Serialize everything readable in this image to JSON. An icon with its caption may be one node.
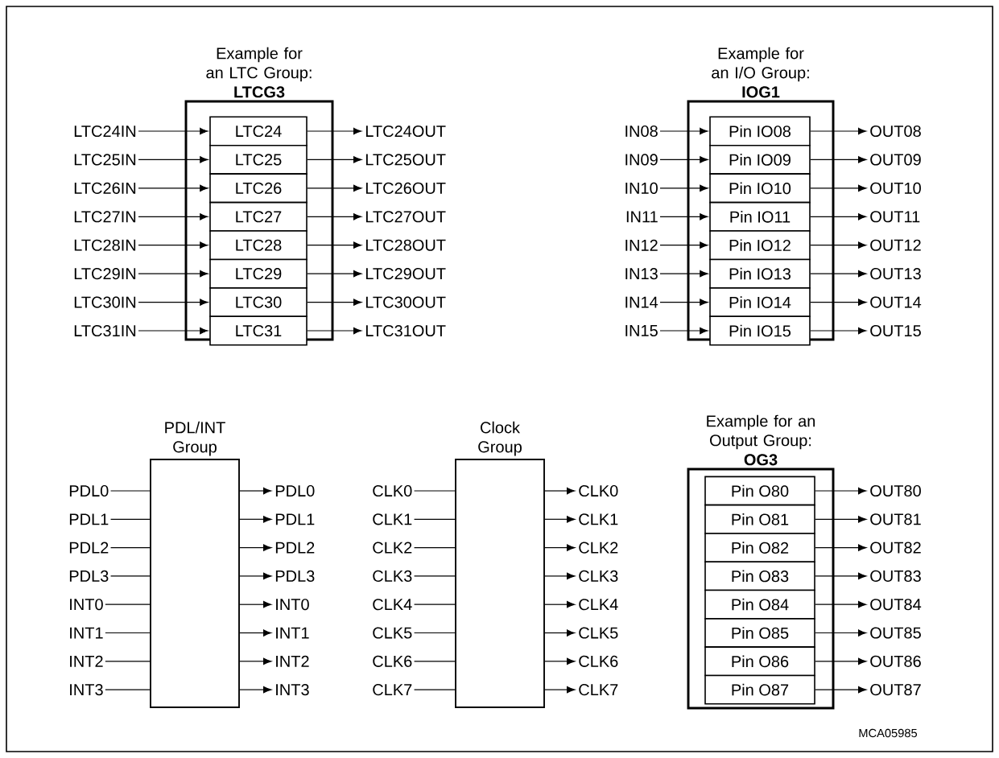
{
  "diagram": {
    "nodes": [
      {
        "text": [
          "Example for an LTC Group:",
          "LTCG3"
        ]
      },
      {
        "text": [
          "LTC24"
        ],
        "in": 0
      },
      {
        "text": [
          "LTC25"
        ],
        "in": 0
      },
      {
        "text": [
          "LTC26"
        ],
        "in": 0
      },
      {
        "text": [
          "LTC27"
        ],
        "in": 0
      },
      {
        "text": [
          "LTC28"
        ],
        "in": 0
      },
      {
        "text": [
          "LTC29"
        ],
        "in": 0
      },
      {
        "text": [
          "LTC30"
        ],
        "in": 0
      },
      {
        "text": [
          "LTC31"
        ],
        "in": 0
      },
      {
        "text": [
          "LTC24IN"
        ]
      },
      {
        "text": [
          "LTC25IN"
        ]
      },
      {
        "text": [
          "LTC26IN"
        ]
      },
      {
        "text": [
          "LTC27IN"
        ]
      },
      {
        "text": [
          "LTC28IN"
        ]
      },
      {
        "text": [
          "LTC29IN"
        ]
      },
      {
        "text": [
          "LTC30IN"
        ]
      },
      {
        "text": [
          "LTC31IN"
        ]
      },
      {
        "text": [
          "LTC24OUT"
        ]
      },
      {
        "text": [
          "LTC25OUT"
        ]
      },
      {
        "text": [
          "LTC26OUT"
        ]
      },
      {
        "text": [
          "LTC27OUT"
        ]
      },
      {
        "text": [
          "LTC28OUT"
        ]
      },
      {
        "text": [
          "LTC29OUT"
        ]
      },
      {
        "text": [
          "LTC30OUT"
        ]
      },
      {
        "text": [
          "LTC31OUT"
        ]
      },
      {
        "text": [
          "Example for an I/O Group:",
          "IOG1"
        ]
      },
      {
        "text": [
          "Pin IO08"
        ],
        "in": 25
      },
      {
        "text": [
          "Pin IO09"
        ],
        "in": 25
      },
      {
        "text": [
          "Pin IO10"
        ],
        "in": 25
      },
      {
        "text": [
          "Pin IO11"
        ],
        "in": 25
      },
      {
        "text": [
          "Pin IO12"
        ],
        "in": 25
      },
      {
        "text": [
          "Pin IO13"
        ],
        "in": 25
      },
      {
        "text": [
          "Pin IO14"
        ],
        "in": 25
      },
      {
        "text": [
          "Pin IO15"
        ],
        "in": 25
      },
      {
        "text": [
          "IN08"
        ]
      },
      {
        "text": [
          "IN09"
        ]
      },
      {
        "text": [
          "IN10"
        ]
      },
      {
        "text": [
          "IN11"
        ]
      },
      {
        "text": [
          "IN12"
        ]
      },
      {
        "text": [
          "IN13"
        ]
      },
      {
        "text": [
          "IN14"
        ]
      },
      {
        "text": [
          "IN15"
        ]
      },
      {
        "text": [
          "OUT08"
        ]
      },
      {
        "text": [
          "OUT09"
        ]
      },
      {
        "text": [
          "OUT10"
        ]
      },
      {
        "text": [
          "OUT11"
        ]
      },
      {
        "text": [
          "OUT12"
        ]
      },
      {
        "text": [
          "OUT13"
        ]
      },
      {
        "text": [
          "OUT14"
        ]
      },
      {
        "text": [
          "OUT15"
        ]
      },
      {
        "text": [
          "PDL/INT Group"
        ]
      },
      {
        "text": [
          "PDL0"
        ]
      },
      {
        "text": [
          "PDL1"
        ]
      },
      {
        "text": [
          "PDL2"
        ]
      },
      {
        "text": [
          "PDL3"
        ]
      },
      {
        "text": [
          "INT0"
        ]
      },
      {
        "text": [
          "INT1"
        ]
      },
      {
        "text": [
          "INT2"
        ]
      },
      {
        "text": [
          "INT3"
        ]
      },
      {
        "text": [
          "PDL0"
        ]
      },
      {
        "text": [
          "PDL1"
        ]
      },
      {
        "text": [
          "PDL2"
        ]
      },
      {
        "text": [
          "PDL3"
        ]
      },
      {
        "text": [
          "INT0"
        ]
      },
      {
        "text": [
          "INT1"
        ]
      },
      {
        "text": [
          "INT2"
        ]
      },
      {
        "text": [
          "INT3"
        ]
      },
      {
        "text": [
          "Clock Group"
        ]
      },
      {
        "text": [
          "CLK0"
        ]
      },
      {
        "text": [
          "CLK1"
        ]
      },
      {
        "text": [
          "CLK2"
        ]
      },
      {
        "text": [
          "CLK3"
        ]
      },
      {
        "text": [
          "CLK4"
        ]
      },
      {
        "text": [
          "CLK5"
        ]
      },
      {
        "text": [
          "CLK6"
        ]
      },
      {
        "text": [
          "CLK7"
        ]
      },
      {
        "text": [
          "CLK0"
        ]
      },
      {
        "text": [
          "CLK1"
        ]
      },
      {
        "text": [
          "CLK2"
        ]
      },
      {
        "text": [
          "CLK3"
        ]
      },
      {
        "text": [
          "CLK4"
        ]
      },
      {
        "text": [
          "CLK5"
        ]
      },
      {
        "text": [
          "CLK6"
        ]
      },
      {
        "text": [
          "CLK7"
        ]
      },
      {
        "text": [
          "Example for an Output Group:",
          "OG3"
        ]
      },
      {
        "text": [
          "Pin O80"
        ],
        "in": 84
      },
      {
        "text": [
          "Pin O81"
        ],
        "in": 84
      },
      {
        "text": [
          "Pin O82"
        ],
        "in": 84
      },
      {
        "text": [
          "Pin O83"
        ],
        "in": 84
      },
      {
        "text": [
          "Pin O84"
        ],
        "in": 84
      },
      {
        "text": [
          "Pin O85"
        ],
        "in": 84
      },
      {
        "text": [
          "Pin O86"
        ],
        "in": 84
      },
      {
        "text": [
          "Pin O87"
        ],
        "in": 84
      },
      {
        "text": [
          "OUT80"
        ]
      },
      {
        "text": [
          "OUT81"
        ]
      },
      {
        "text": [
          "OUT82"
        ]
      },
      {
        "text": [
          "OUT83"
        ]
      },
      {
        "text": [
          "OUT84"
        ]
      },
      {
        "text": [
          "OUT85"
        ]
      },
      {
        "text": [
          "OUT86"
        ]
      },
      {
        "text": [
          "OUT87"
        ]
      }
    ],
    "edges": [
      {
        "from": 9,
        "to": 1,
        "arrow": "to"
      },
      {
        "from": 1,
        "to": 17,
        "arrow": "to"
      },
      {
        "from": 10,
        "to": 2,
        "arrow": "to"
      },
      {
        "from": 2,
        "to": 18,
        "arrow": "to"
      },
      {
        "from": 11,
        "to": 3,
        "arrow": "to"
      },
      {
        "from": 3,
        "to": 19,
        "arrow": "to"
      },
      {
        "from": 12,
        "to": 4,
        "arrow": "to"
      },
      {
        "from": 4,
        "to": 20,
        "arrow": "to"
      },
      {
        "from": 13,
        "to": 5,
        "arrow": "to"
      },
      {
        "from": 5,
        "to": 21,
        "arrow": "to"
      },
      {
        "from": 14,
        "to": 6,
        "arrow": "to"
      },
      {
        "from": 6,
        "to": 22,
        "arrow": "to"
      },
      {
        "from": 15,
        "to": 7,
        "arrow": "to"
      },
      {
        "from": 7,
        "to": 23,
        "arrow": "to"
      },
      {
        "from": 16,
        "to": 8,
        "arrow": "to"
      },
      {
        "from": 8,
        "to": 24,
        "arrow": "to"
      },
      {
        "from": 34,
        "to": 26,
        "arrow": "to"
      },
      {
        "from": 26,
        "to": 42,
        "arrow": "to"
      },
      {
        "from": 35,
        "to": 27,
        "arrow": "to"
      },
      {
        "from": 27,
        "to": 43,
        "arrow": "to"
      },
      {
        "from": 36,
        "to": 28,
        "arrow": "to"
      },
      {
        "from": 28,
        "to": 44,
        "arrow": "to"
      },
      {
        "from": 37,
        "to": 29,
        "arrow": "to"
      },
      {
        "from": 29,
        "to": 45,
        "arrow": "to"
      },
      {
        "from": 38,
        "to": 30,
        "arrow": "to"
      },
      {
        "from": 30,
        "to": 46,
        "arrow": "to"
      },
      {
        "from": 39,
        "to": 31,
        "arrow": "to"
      },
      {
        "from": 31,
        "to": 47,
        "arrow": "to"
      },
      {
        "from": 40,
        "to": 32,
        "arrow": "to"
      },
      {
        "from": 32,
        "to": 48,
        "arrow": "to"
      },
      {
        "from": 41,
        "to": 33,
        "arrow": "to"
      },
      {
        "from": 33,
        "to": 49,
        "arrow": "to"
      },
      {
        "from": 51,
        "to": 50,
        "arrow": "none"
      },
      {
        "from": 50,
        "to": 59,
        "arrow": "to"
      },
      {
        "from": 52,
        "to": 50,
        "arrow": "none"
      },
      {
        "from": 50,
        "to": 60,
        "arrow": "to"
      },
      {
        "from": 53,
        "to": 50,
        "arrow": "none"
      },
      {
        "from": 50,
        "to": 61,
        "arrow": "to"
      },
      {
        "from": 54,
        "to": 50,
        "arrow": "none"
      },
      {
        "from": 50,
        "to": 62,
        "arrow": "to"
      },
      {
        "from": 55,
        "to": 50,
        "arrow": "none"
      },
      {
        "from": 50,
        "to": 63,
        "arrow": "to"
      },
      {
        "from": 56,
        "to": 50,
        "arrow": "none"
      },
      {
        "from": 50,
        "to": 64,
        "arrow": "to"
      },
      {
        "from": 57,
        "to": 50,
        "arrow": "none"
      },
      {
        "from": 50,
        "to": 65,
        "arrow": "to"
      },
      {
        "from": 58,
        "to": 50,
        "arrow": "none"
      },
      {
        "from": 50,
        "to": 66,
        "arrow": "to"
      },
      {
        "from": 68,
        "to": 67,
        "arrow": "none"
      },
      {
        "from": 67,
        "to": 76,
        "arrow": "to"
      },
      {
        "from": 69,
        "to": 67,
        "arrow": "none"
      },
      {
        "from": 67,
        "to": 77,
        "arrow": "to"
      },
      {
        "from": 70,
        "to": 67,
        "arrow": "none"
      },
      {
        "from": 67,
        "to": 78,
        "arrow": "to"
      },
      {
        "from": 71,
        "to": 67,
        "arrow": "none"
      },
      {
        "from": 67,
        "to": 79,
        "arrow": "to"
      },
      {
        "from": 72,
        "to": 67,
        "arrow": "none"
      },
      {
        "from": 67,
        "to": 80,
        "arrow": "to"
      },
      {
        "from": 73,
        "to": 67,
        "arrow": "none"
      },
      {
        "from": 67,
        "to": 81,
        "arrow": "to"
      },
      {
        "from": 74,
        "to": 67,
        "arrow": "none"
      },
      {
        "from": 67,
        "to": 82,
        "arrow": "to"
      },
      {
        "from": 75,
        "to": 67,
        "arrow": "none"
      },
      {
        "from": 67,
        "to": 83,
        "arrow": "to"
      },
      {
        "from": 85,
        "to": 93,
        "arrow": "to"
      },
      {
        "from": 86,
        "to": 94,
        "arrow": "to"
      },
      {
        "from": 87,
        "to": 95,
        "arrow": "to"
      },
      {
        "from": 88,
        "to": 96,
        "arrow": "to"
      },
      {
        "from": 89,
        "to": 97,
        "arrow": "to"
      },
      {
        "from": 90,
        "to": 98,
        "arrow": "to"
      },
      {
        "from": 91,
        "to": 99,
        "arrow": "to"
      },
      {
        "from": 92,
        "to": 100,
        "arrow": "to"
      }
    ],
    "labels": [
      "MCA05985"
    ]
  }
}
